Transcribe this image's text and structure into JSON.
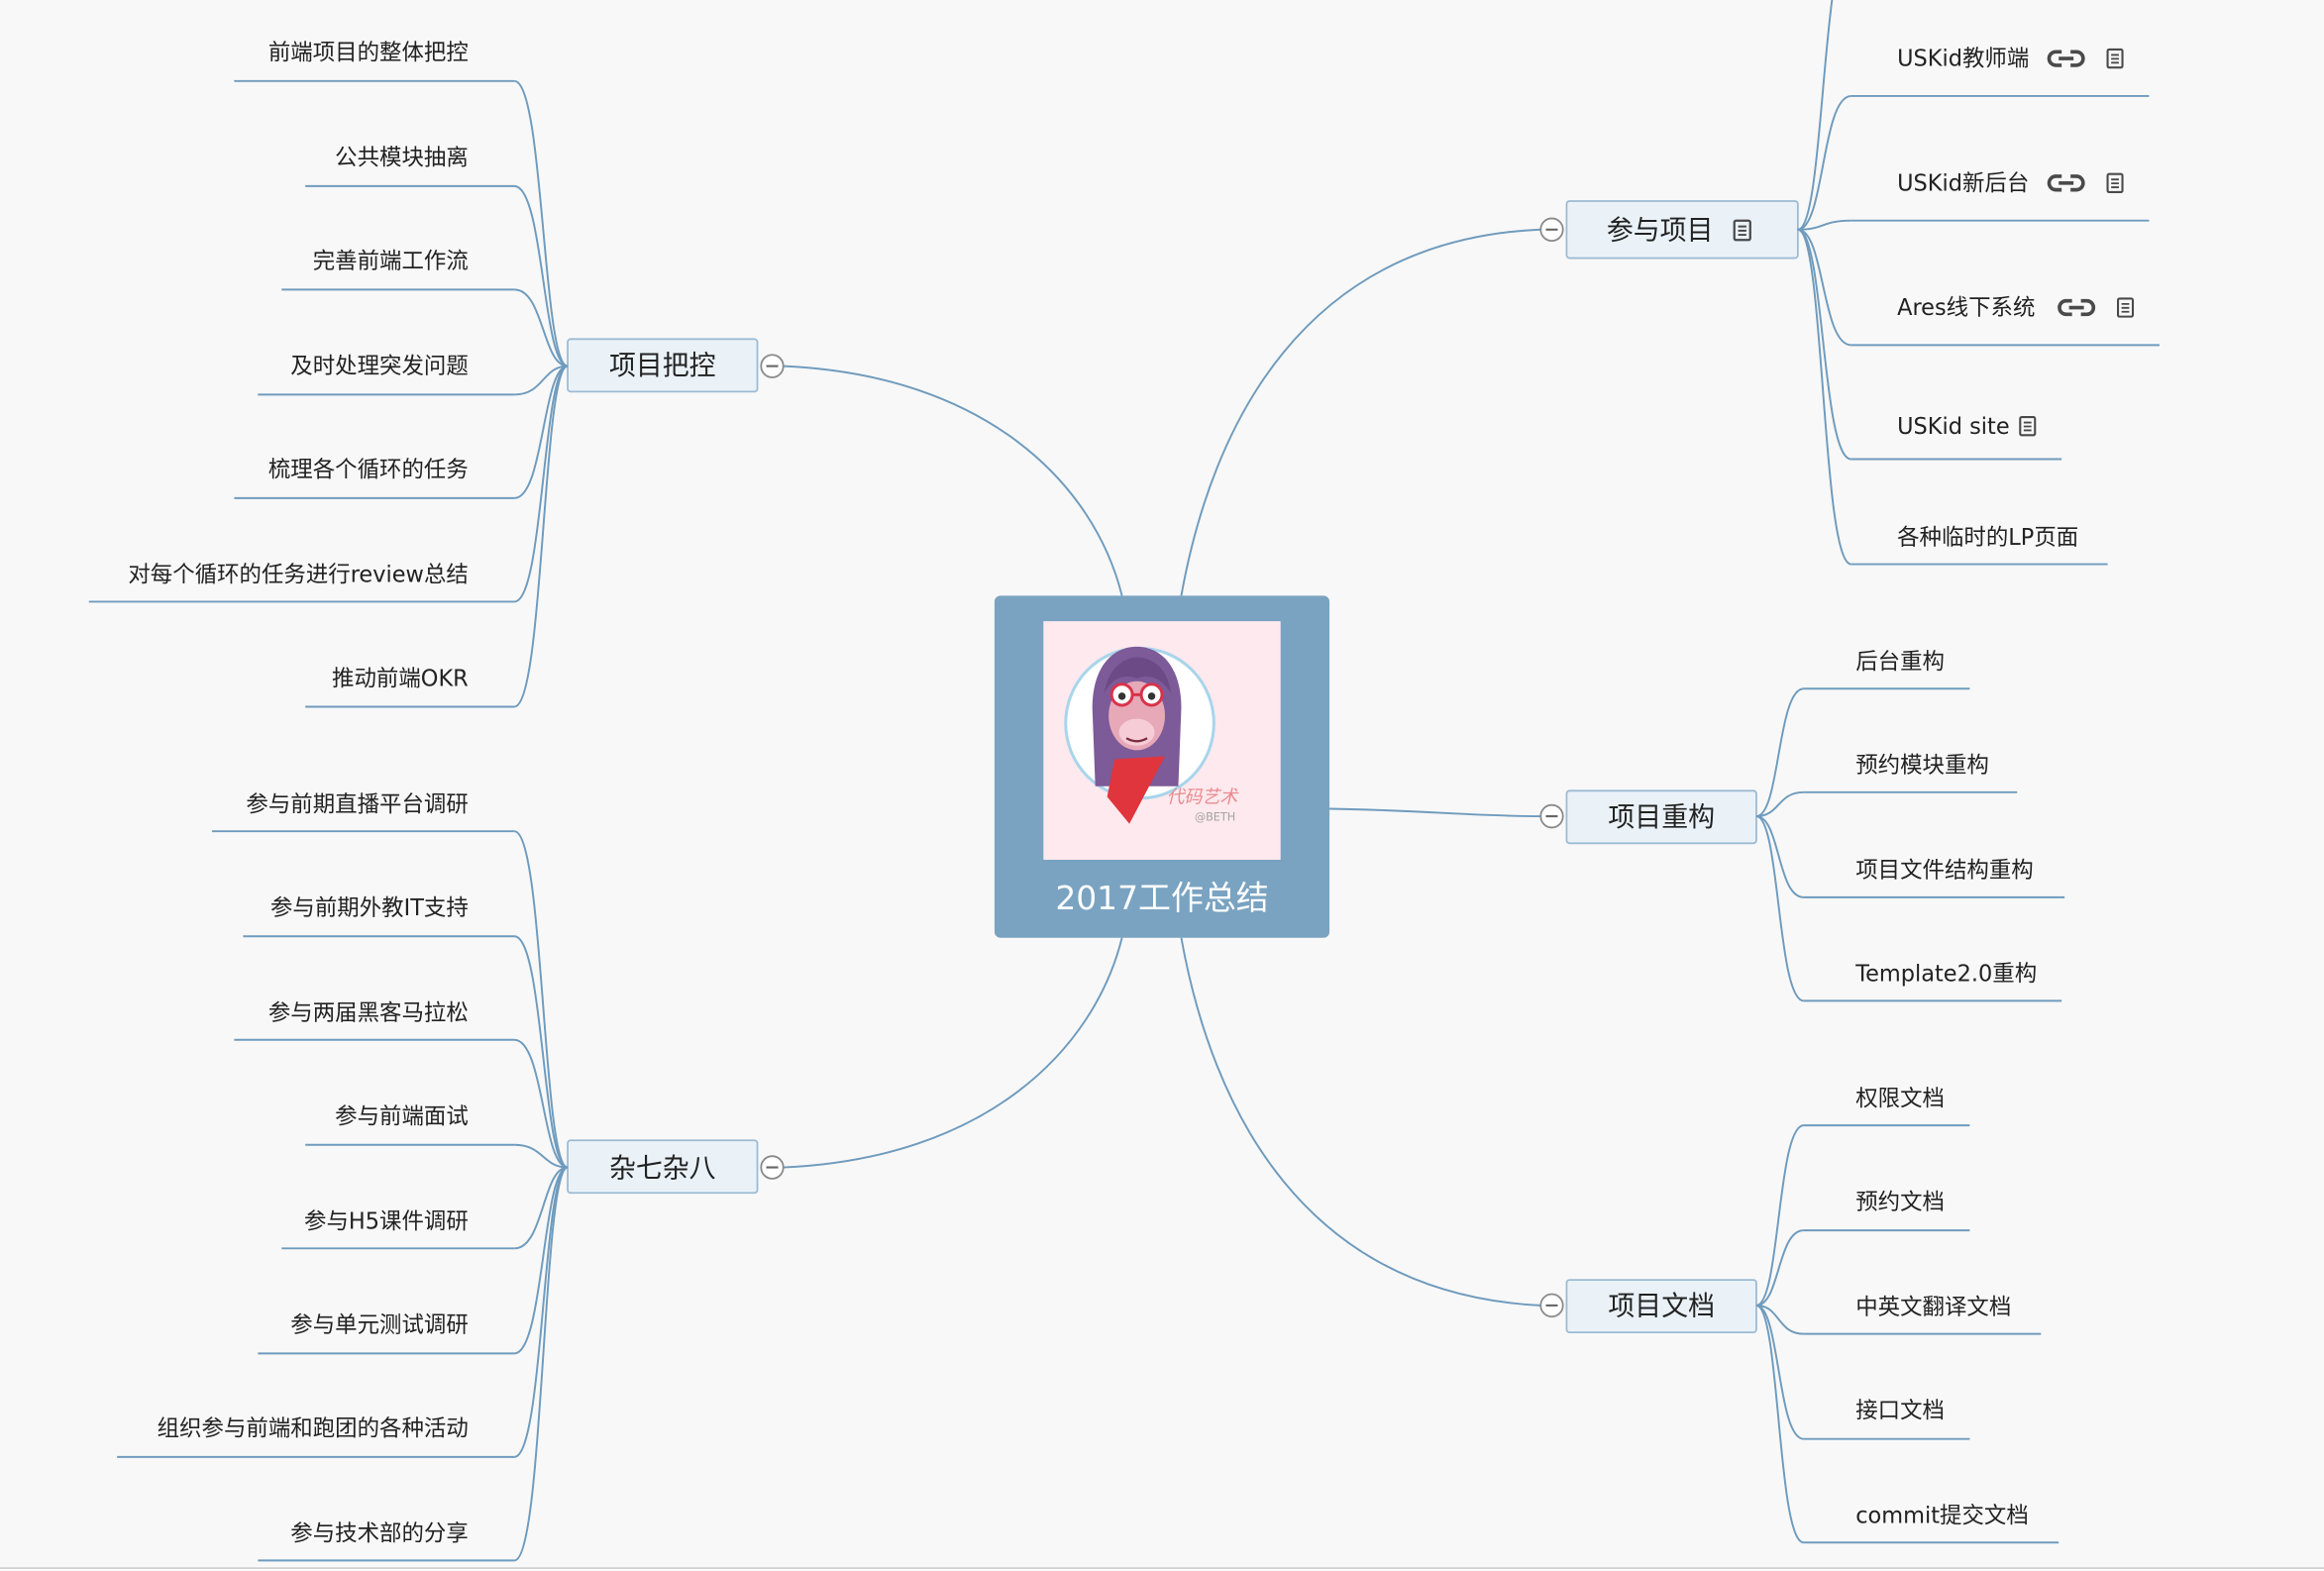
{
  "theme": {
    "bg": "#f8f8f8",
    "central_fill": "#7aa3c1",
    "image_bg": "#fde9ee",
    "topic_fill": "#eaf2f8",
    "topic_border": "#9dbbd3",
    "connector": "#6f9bbd",
    "text": "#222222",
    "title_text": "#ffffff"
  },
  "central_topic": {
    "title": "2017工作总结",
    "image": {
      "logo_text": "代码艺术",
      "logo_sub": "@BETH"
    }
  },
  "right_topics": [
    {
      "label": "参与项目",
      "icons": [
        "note-icon"
      ],
      "state_icon": "collapse-minus-icon",
      "subtopics": [
        {
          "label": "USKid教师端",
          "icons": [
            "link-icon",
            "note-icon"
          ]
        },
        {
          "label": "USKid新后台",
          "icons": [
            "link-icon",
            "note-icon"
          ]
        },
        {
          "label": "Ares线下系统",
          "icons": [
            "link-icon",
            "note-icon"
          ]
        },
        {
          "label": "USKid site",
          "icons": [
            "note-icon"
          ]
        },
        {
          "label": "各种临时的LP页面",
          "icons": []
        }
      ]
    },
    {
      "label": "项目重构",
      "icons": [],
      "state_icon": "collapse-minus-icon",
      "subtopics": [
        {
          "label": "后台重构"
        },
        {
          "label": "预约模块重构"
        },
        {
          "label": "项目文件结构重构"
        },
        {
          "label": "Template2.0重构"
        }
      ]
    },
    {
      "label": "项目文档",
      "icons": [],
      "state_icon": "collapse-minus-icon",
      "subtopics": [
        {
          "label": "权限文档"
        },
        {
          "label": "预约文档"
        },
        {
          "label": "中英文翻译文档"
        },
        {
          "label": "接口文档"
        },
        {
          "label": "commit提交文档"
        }
      ]
    }
  ],
  "left_topics": [
    {
      "label": "项目把控",
      "icons": [],
      "state_icon": "collapse-minus-icon",
      "subtopics": [
        {
          "label": "前端项目的整体把控"
        },
        {
          "label": "公共模块抽离"
        },
        {
          "label": "完善前端工作流"
        },
        {
          "label": "及时处理突发问题"
        },
        {
          "label": "梳理各个循环的任务"
        },
        {
          "label": "对每个循环的任务进行review总结"
        },
        {
          "label": "推动前端OKR"
        }
      ]
    },
    {
      "label": "杂七杂八",
      "icons": [],
      "state_icon": "collapse-minus-icon",
      "subtopics": [
        {
          "label": "参与前期直播平台调研"
        },
        {
          "label": "参与前期外教IT支持"
        },
        {
          "label": "参与两届黑客马拉松"
        },
        {
          "label": "参与前端面试"
        },
        {
          "label": "参与H5课件调研"
        },
        {
          "label": "参与单元测试调研"
        },
        {
          "label": "组织参与前端和跑团的各种活动"
        },
        {
          "label": "参与技术部的分享"
        }
      ]
    }
  ]
}
